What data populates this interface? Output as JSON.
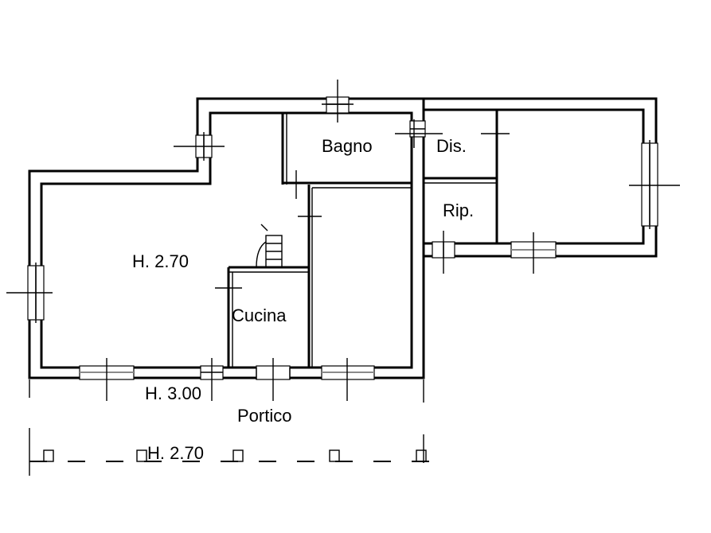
{
  "rooms": {
    "bagno": "Bagno",
    "dis": "Dis.",
    "rip": "Rip.",
    "cucina": "Cucina",
    "main_height": "H. 2.70",
    "portico_height": "H. 3.00",
    "portico": "Portico",
    "outer_height": "H. 2.70"
  }
}
